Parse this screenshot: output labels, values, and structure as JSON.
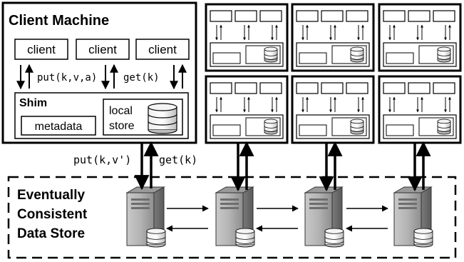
{
  "client_machine": {
    "title": "Client Machine",
    "clients": [
      "client",
      "client",
      "client"
    ],
    "put_label": "put(k,v,a)",
    "get_label": "get(k)",
    "shim": {
      "title": "Shim",
      "metadata_label": "metadata",
      "local_store_label_line1": "local",
      "local_store_label_line2": "store"
    }
  },
  "link_labels": {
    "put_label": "put(k,v')",
    "get_label": "get(k)"
  },
  "data_store": {
    "title_line1": "Eventually",
    "title_line2": "Consistent",
    "title_line3": "Data Store"
  }
}
